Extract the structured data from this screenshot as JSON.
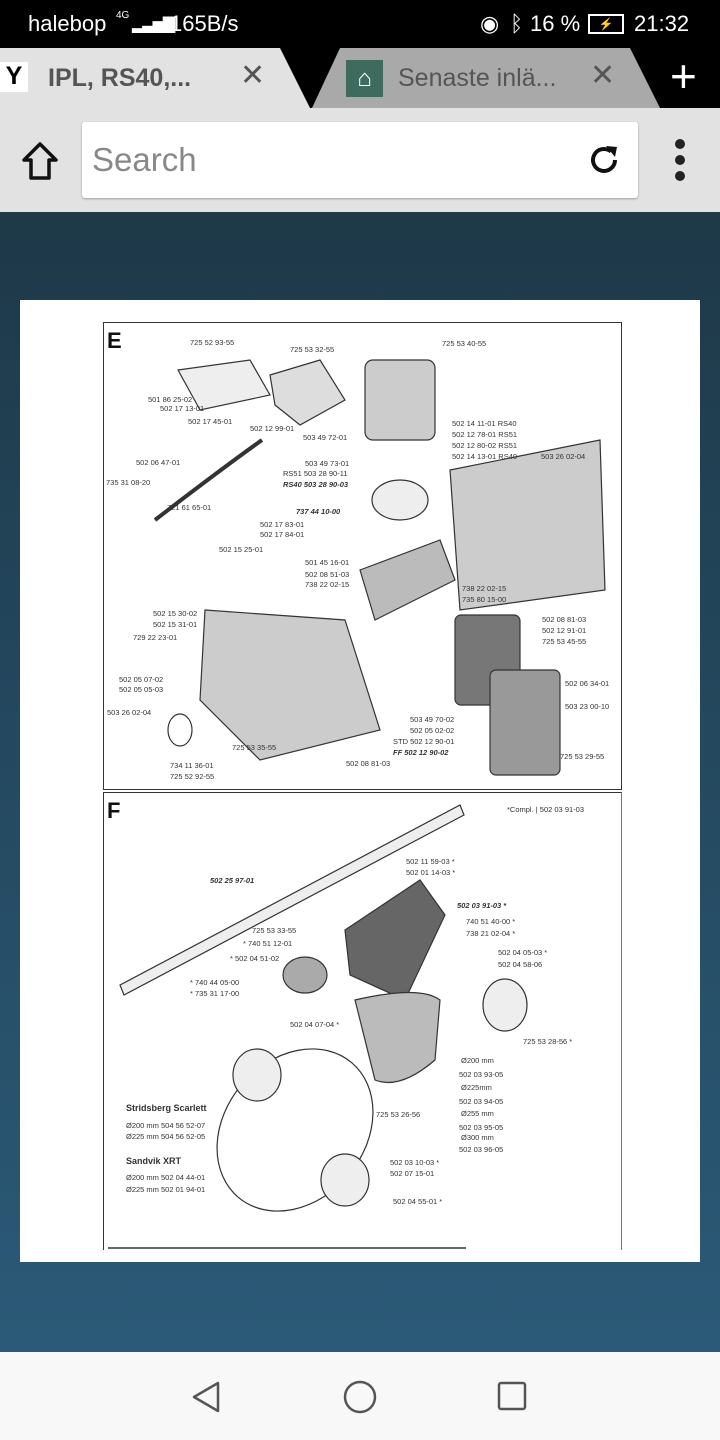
{
  "status_bar": {
    "carrier": "halebop",
    "network": "4G",
    "speed": "165B/s",
    "battery": "16 %",
    "time": "21:32"
  },
  "tabs": [
    {
      "favicon": "Y",
      "title": "IPL, RS40,..."
    },
    {
      "title": "Senaste inlä..."
    }
  ],
  "toolbar": {
    "search_placeholder": "Search"
  },
  "diagram": {
    "sections": [
      "E",
      "F"
    ],
    "labels": [
      "725 52 93-55",
      "725 53 32-55",
      "725 53 40-55",
      "501 86 25-02",
      "502 17 13-01",
      "502 17 45-01",
      "502 12 99-01",
      "503 49 72-01",
      "502 14 11-01 RS40",
      "502 12 78-01 RS51",
      "502 12 80-02 RS51",
      "502 14 13-01 RS40",
      "503 49 73-01",
      "RS51 503 28 90-11",
      "RS40 503 28 90-03",
      "502 06 47-01",
      "735 31 08-20",
      "721 61 65-01",
      "737 44 10-00",
      "502 17 83-01",
      "502 17 84-01",
      "503 26 02-04",
      "502 15 25-01",
      "501 45 16-01",
      "502 08 51-03",
      "738 22 02-15",
      "738 22 02-15",
      "735 80 15-00",
      "502 15 30-02",
      "502 15 31-01",
      "729 22 23-01",
      "502 08 81-03",
      "502 12 91-01",
      "725 53 45-55",
      "502 05 07-02",
      "502 05 05-03",
      "503 26 02-04",
      "502 06 34-01",
      "503 23 00-10",
      "503 49 70-02",
      "502 05 02-02",
      "STD 502 12 90-01",
      "FF 502 12 90-02",
      "725 53 35-55",
      "725 53 29-55",
      "734 11 36-01",
      "725 52 92-55",
      "502 08 81-03",
      "*Compl. | 502 03 91-03",
      "502 11 59-03 *",
      "502 01 14-03 *",
      "502 25 97-01",
      "502 03 91-03 *",
      "740 51 40-00 *",
      "738 21 02-04 *",
      "725 53 33-55",
      "* 740 51 12-01",
      "* 502 04 51-02",
      "502 04 05-03 *",
      "502 04 58-06",
      "* 740 44 05-00",
      "* 735 31 17-00",
      "502 04 07-04 *",
      "725 53 28-56 *",
      "Ø200 mm",
      "502 03 93-05",
      "Ø225mm",
      "502 03 94-05",
      "Ø255 mm",
      "502 03 95-05",
      "Ø300 mm",
      "502 03 96-05",
      "725 53 26-56",
      "Stridsberg Scarlett",
      "Ø200 mm 504 56 52-07",
      "Ø225 mm 504 56 52-05",
      "Sandvik XRT",
      "Ø200 mm 502 04 44-01",
      "Ø225 mm 502 01 94-01",
      "502 03 10-03 *",
      "502 07 15-01",
      "502 04 55-01 *"
    ]
  }
}
